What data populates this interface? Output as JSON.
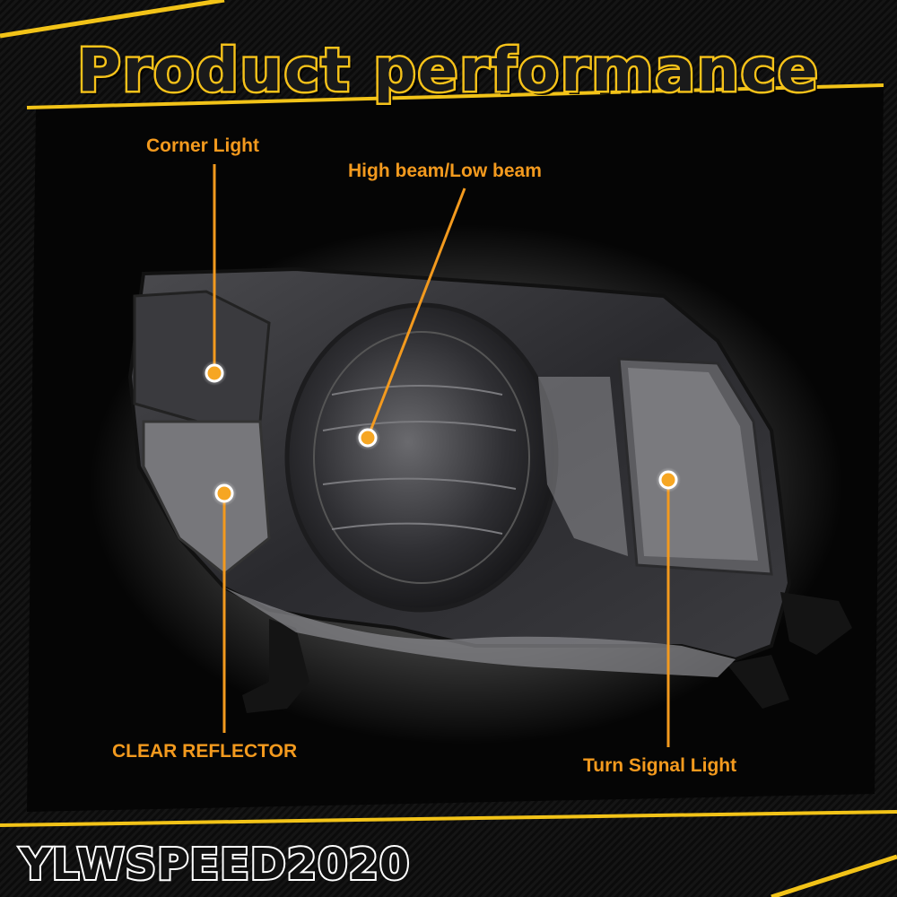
{
  "title": "Product performance",
  "brand": "YLWSPEED2020",
  "colors": {
    "accent": "#f39a1e",
    "title_outline": "#f6c21a",
    "frame": "#f2c318"
  },
  "callouts": [
    {
      "label": "Corner Light"
    },
    {
      "label": "High beam/Low beam"
    },
    {
      "label": "CLEAR REFLECTOR"
    },
    {
      "label": "Turn Signal Light"
    }
  ]
}
